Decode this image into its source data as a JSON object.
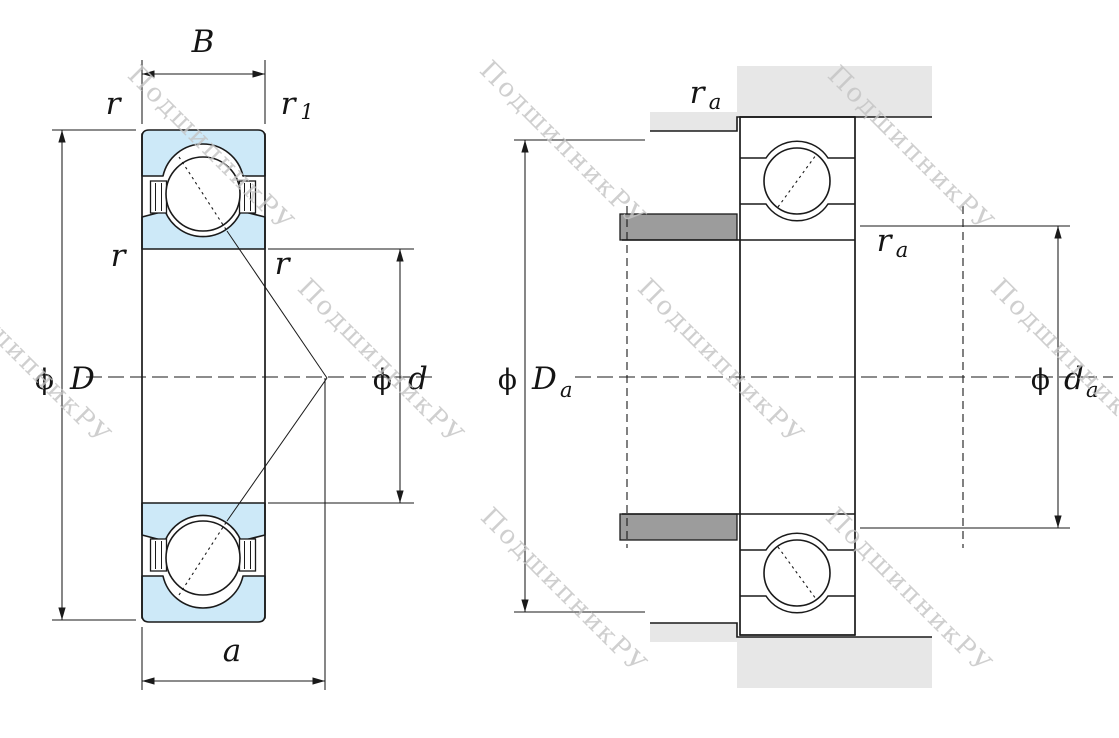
{
  "watermark": {
    "text": "ПодшипникРУ"
  },
  "colors": {
    "ring_fill": "#cde9f8",
    "housing_fill": "#e7e7e7",
    "shaft_fill": "#9c9c9c",
    "line": "#1a1a1a",
    "watermark": "#c4c4c4"
  },
  "left_view": {
    "width_label": "B",
    "chamfer_outer": "r",
    "chamfer_outer2_base": "r",
    "chamfer_outer2_sub": "1",
    "chamfer_inner_left": "r",
    "chamfer_inner_right": "r",
    "phi": "ϕ",
    "outer_diameter": "D",
    "bore_diameter": "d",
    "pressure_center_label": "a"
  },
  "right_view": {
    "phi": "ϕ",
    "fillet_top_base": "r",
    "fillet_top_sub": "a",
    "fillet_mid_base": "r",
    "fillet_mid_sub": "a",
    "housing_abutment_base": "D",
    "housing_abutment_sub": "a",
    "shaft_abutment_base": "d",
    "shaft_abutment_sub": "a"
  }
}
